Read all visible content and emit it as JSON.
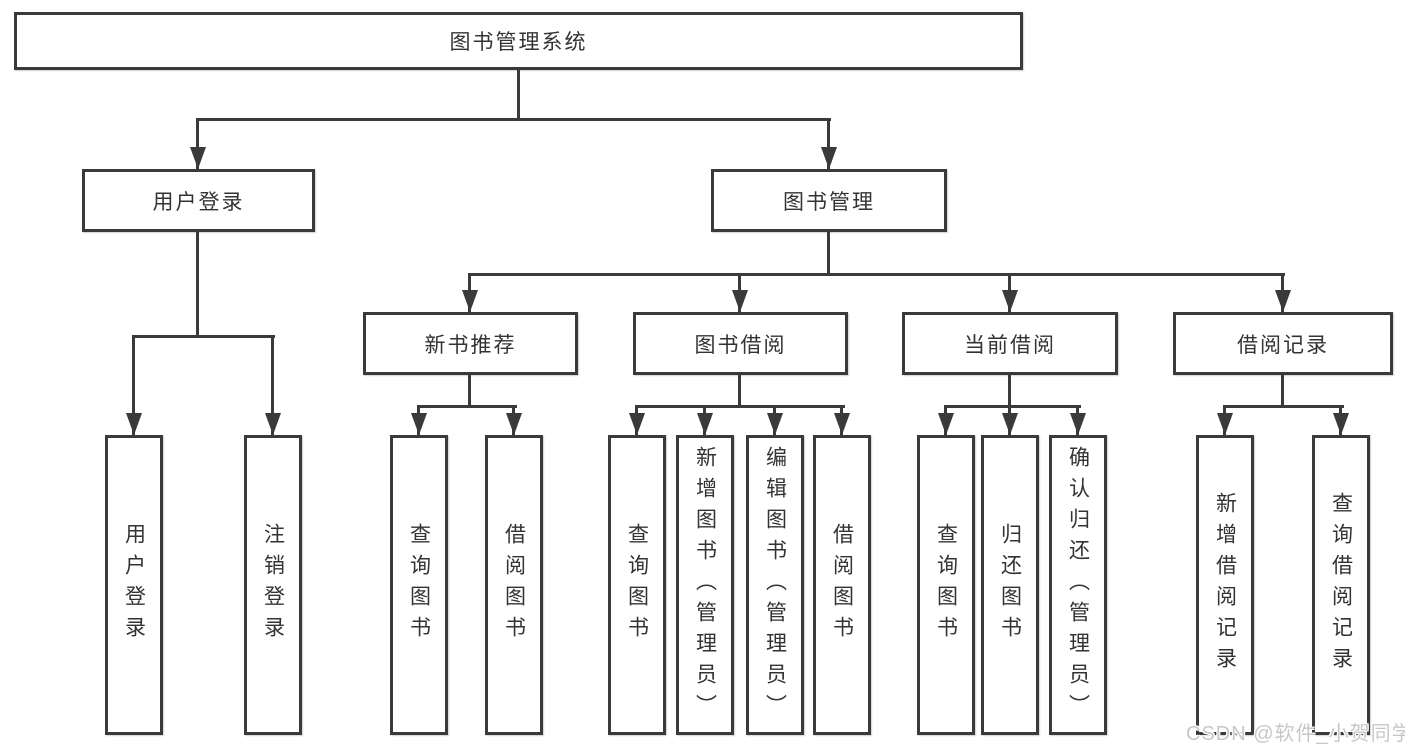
{
  "tree": {
    "root": {
      "label": "图书管理系统"
    },
    "branches": [
      {
        "label": "用户登录",
        "children": [
          "用户登录",
          "注销登录"
        ]
      },
      {
        "label": "图书管理",
        "groups": [
          {
            "label": "新书推荐",
            "children": [
              "查询图书",
              "借阅图书"
            ]
          },
          {
            "label": "图书借阅",
            "children": [
              "查询图书",
              "新增图书（管理员）",
              "编辑图书（管理员）",
              "借阅图书"
            ]
          },
          {
            "label": "当前借阅",
            "children": [
              "查询图书",
              "归还图书",
              "确认归还（管理员）"
            ]
          },
          {
            "label": "借阅记录",
            "children": [
              "新增借阅记录",
              "查询借阅记录"
            ]
          }
        ]
      }
    ]
  },
  "watermark": "CSDN @软件_小贺同学",
  "colors": {
    "line": "#3a3a3a",
    "text": "#333333",
    "watermark": "#c7c7cc",
    "background": "#ffffff"
  }
}
